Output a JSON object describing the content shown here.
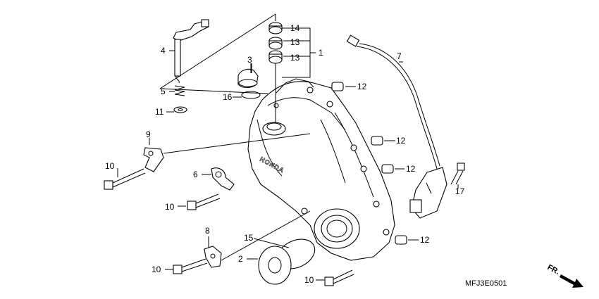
{
  "diagram": {
    "code": "MFJ3E0501",
    "direction_label": "FR.",
    "cover_brand": "HONDA",
    "part_labels": [
      {
        "id": "p1",
        "text": "1"
      },
      {
        "id": "p2",
        "text": "2"
      },
      {
        "id": "p3",
        "text": "3"
      },
      {
        "id": "p4",
        "text": "4"
      },
      {
        "id": "p5",
        "text": "5"
      },
      {
        "id": "p6",
        "text": "6"
      },
      {
        "id": "p7",
        "text": "7"
      },
      {
        "id": "p8",
        "text": "8"
      },
      {
        "id": "p9",
        "text": "9"
      },
      {
        "id": "p10a",
        "text": "10"
      },
      {
        "id": "p10b",
        "text": "10"
      },
      {
        "id": "p10c",
        "text": "10"
      },
      {
        "id": "p10d",
        "text": "10"
      },
      {
        "id": "p11",
        "text": "11"
      },
      {
        "id": "p12a",
        "text": "12"
      },
      {
        "id": "p12b",
        "text": "12"
      },
      {
        "id": "p12c",
        "text": "12"
      },
      {
        "id": "p12d",
        "text": "12"
      },
      {
        "id": "p13a",
        "text": "13"
      },
      {
        "id": "p13b",
        "text": "13"
      },
      {
        "id": "p14",
        "text": "14"
      },
      {
        "id": "p15",
        "text": "15"
      },
      {
        "id": "p16",
        "text": "16"
      },
      {
        "id": "p17",
        "text": "17"
      }
    ]
  }
}
